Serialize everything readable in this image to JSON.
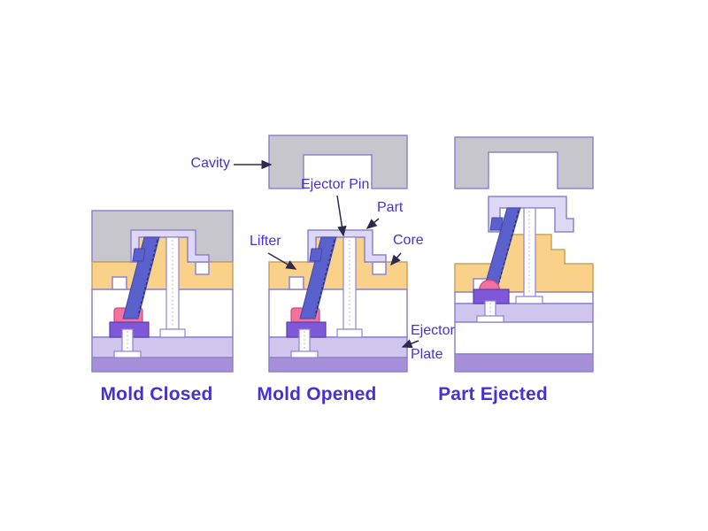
{
  "title": "Injection mold lifter action - three stage diagram",
  "labels": {
    "cavity": "Cavity",
    "ejector_pin": "Ejector Pin",
    "part": "Part",
    "lifter": "Lifter",
    "core": "Core",
    "ejector_plate": "Ejector\nPlate"
  },
  "captions": {
    "stage1": "Mold Closed",
    "stage2": "Mold Opened",
    "stage3": "Part Ejected"
  },
  "colors": {
    "cavity_gray": "#c7c6cc",
    "part_lavender": "#ddd8f4",
    "core_orange": "#f9d189",
    "spacer_white": "#ffffff",
    "ejector_plate": "#cfc5ed",
    "bottom_plate": "#a78ed9",
    "lifter_blue": "#5a60cc",
    "lifter_foot_pink": "#f4719e",
    "foot_block_purple": "#7e58d8",
    "outline_purple": "#8f83cf",
    "label_text": "#4a2fd2",
    "arrow": "#2e2a4e"
  }
}
